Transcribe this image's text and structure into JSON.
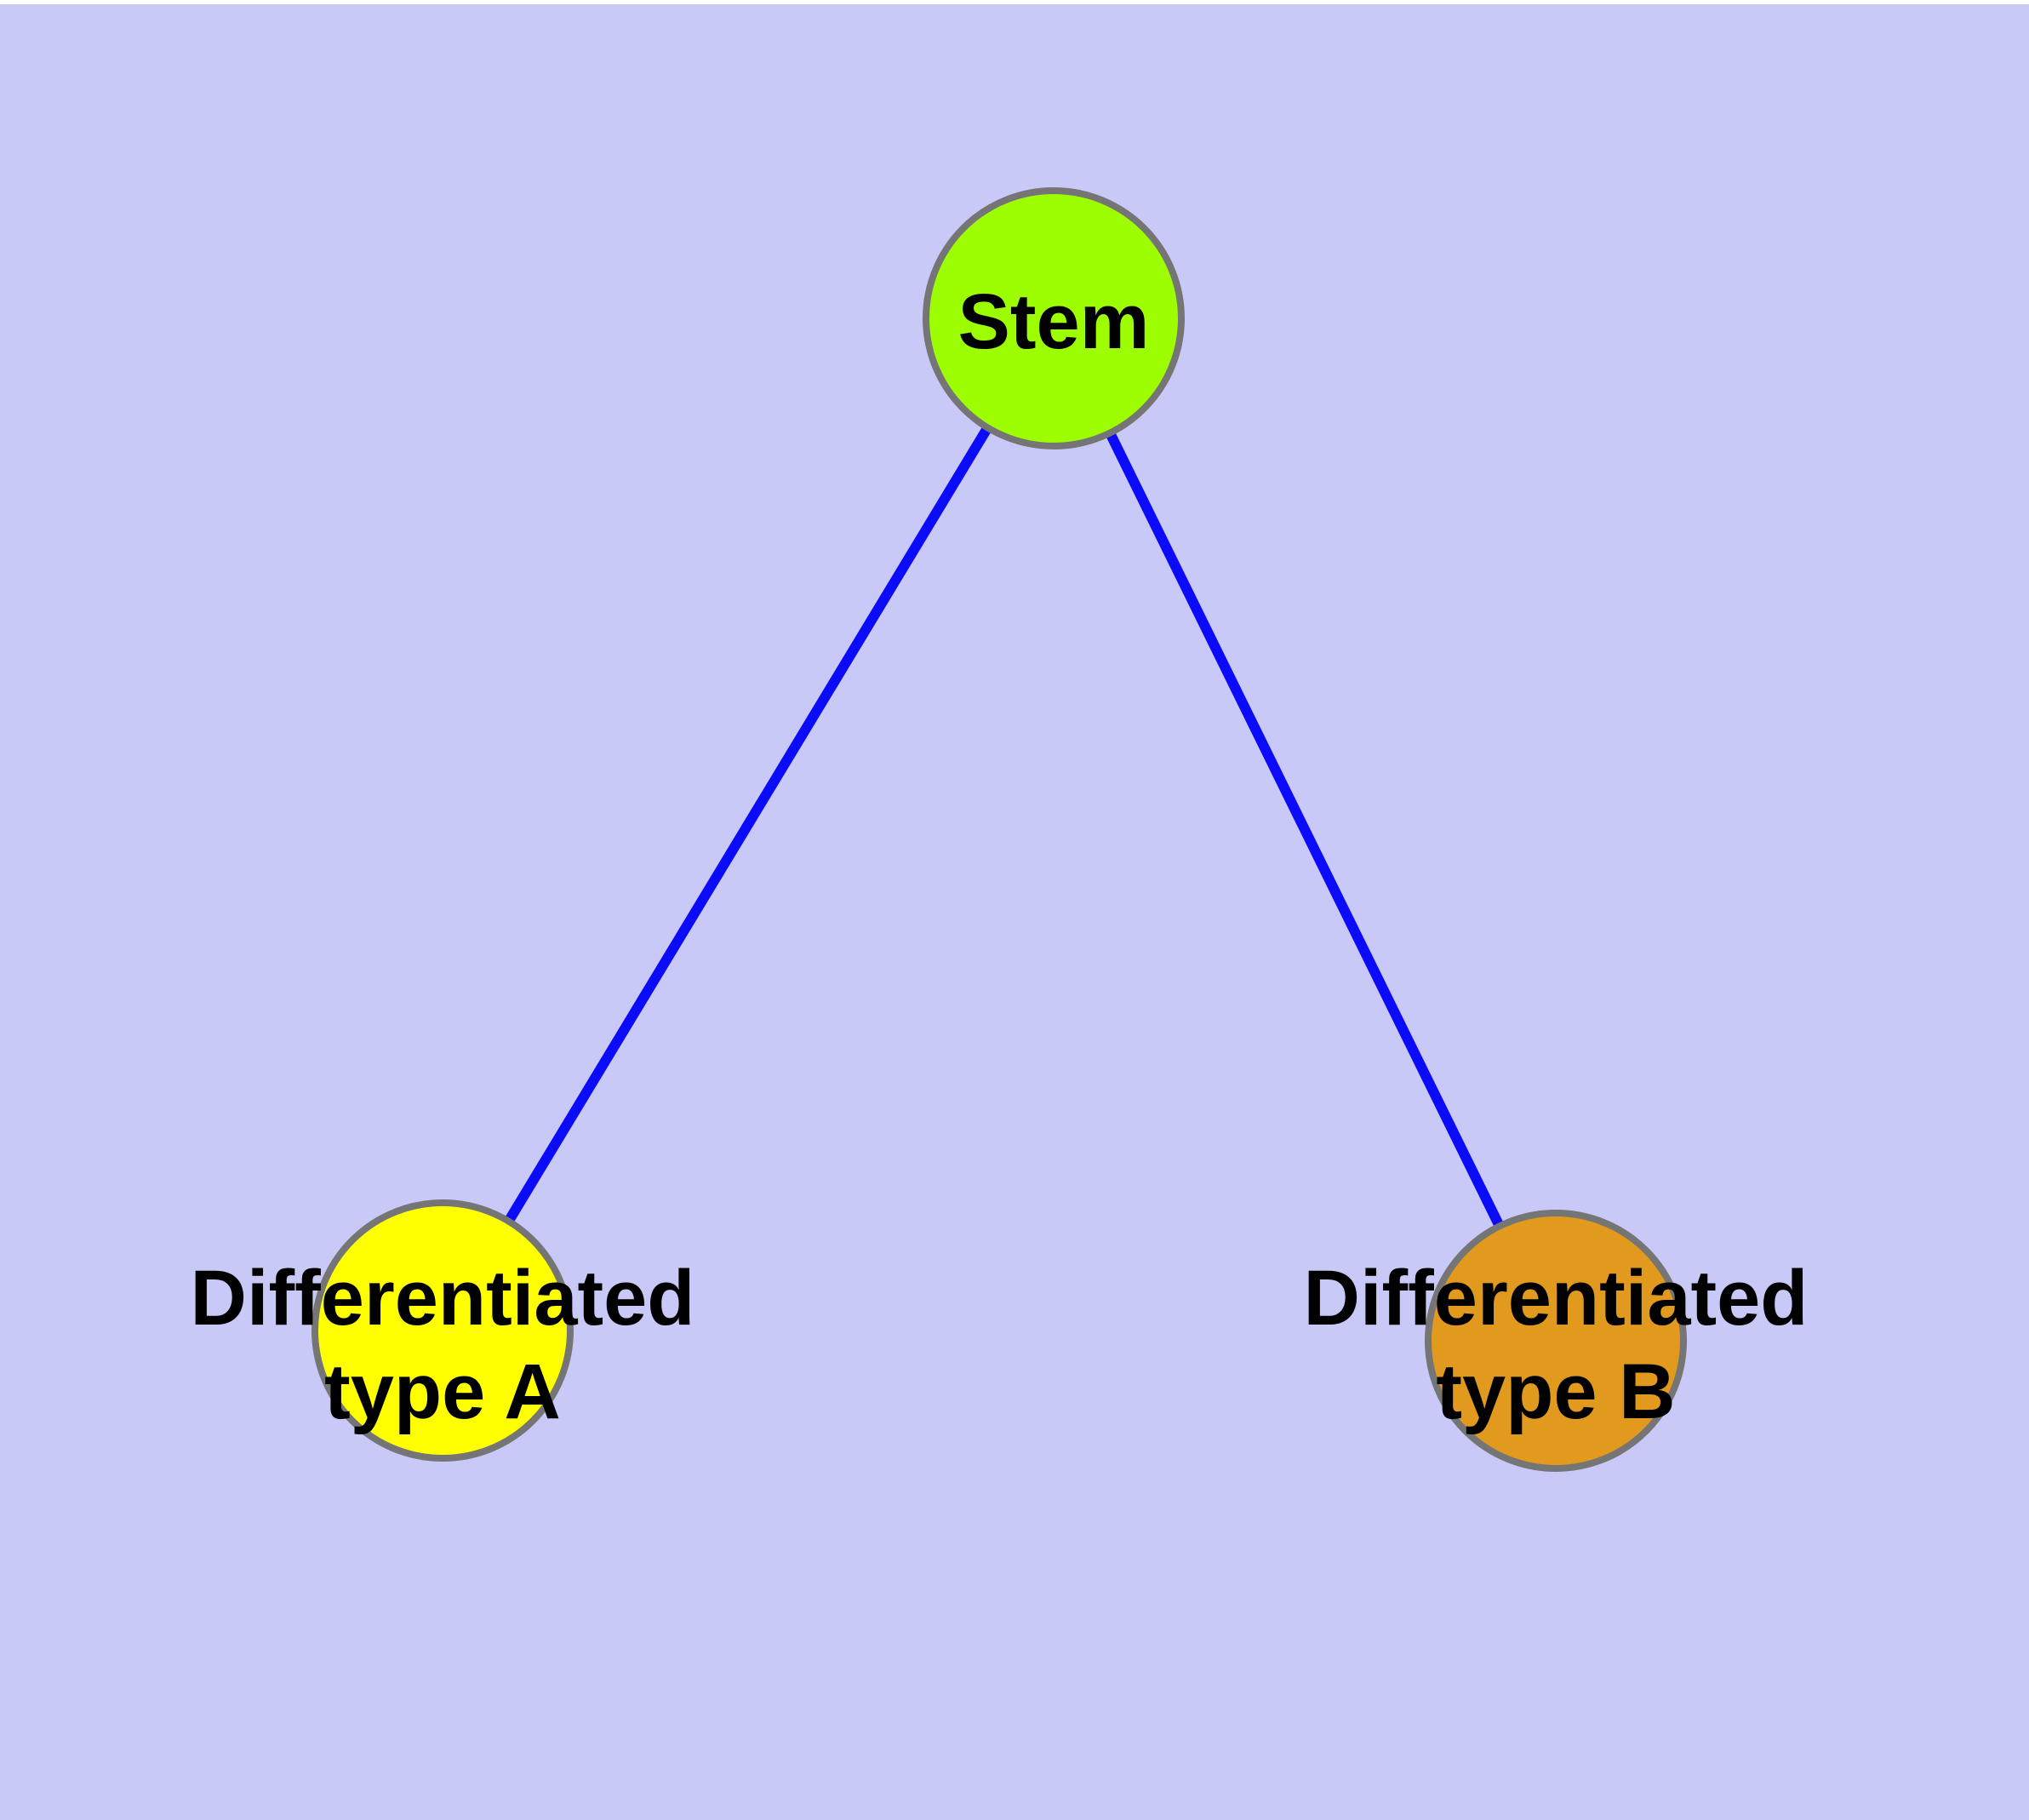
{
  "diagram": {
    "background_color": "#C9C9F8",
    "top_edge_color": "#FDFDFD",
    "edge_color": "#0B0BFA",
    "node_border_color": "#757575",
    "label_color": "#000000",
    "nodes": [
      {
        "id": "stem",
        "label": "Stem",
        "label_line1": "Stem",
        "label_line2": "",
        "fill": "#9CFE01"
      },
      {
        "id": "typeA",
        "label": "Differentiated type A",
        "label_line1": "Differentiated",
        "label_line2": "type A",
        "fill": "#FFFF00"
      },
      {
        "id": "typeB",
        "label": "Differentiated type B",
        "label_line1": "Differentiated",
        "label_line2": "type B",
        "fill": "#E29A1E"
      }
    ],
    "edges": [
      {
        "from": "Stem",
        "to": "Differentiated type A"
      },
      {
        "from": "Stem",
        "to": "Differentiated type B"
      }
    ]
  }
}
